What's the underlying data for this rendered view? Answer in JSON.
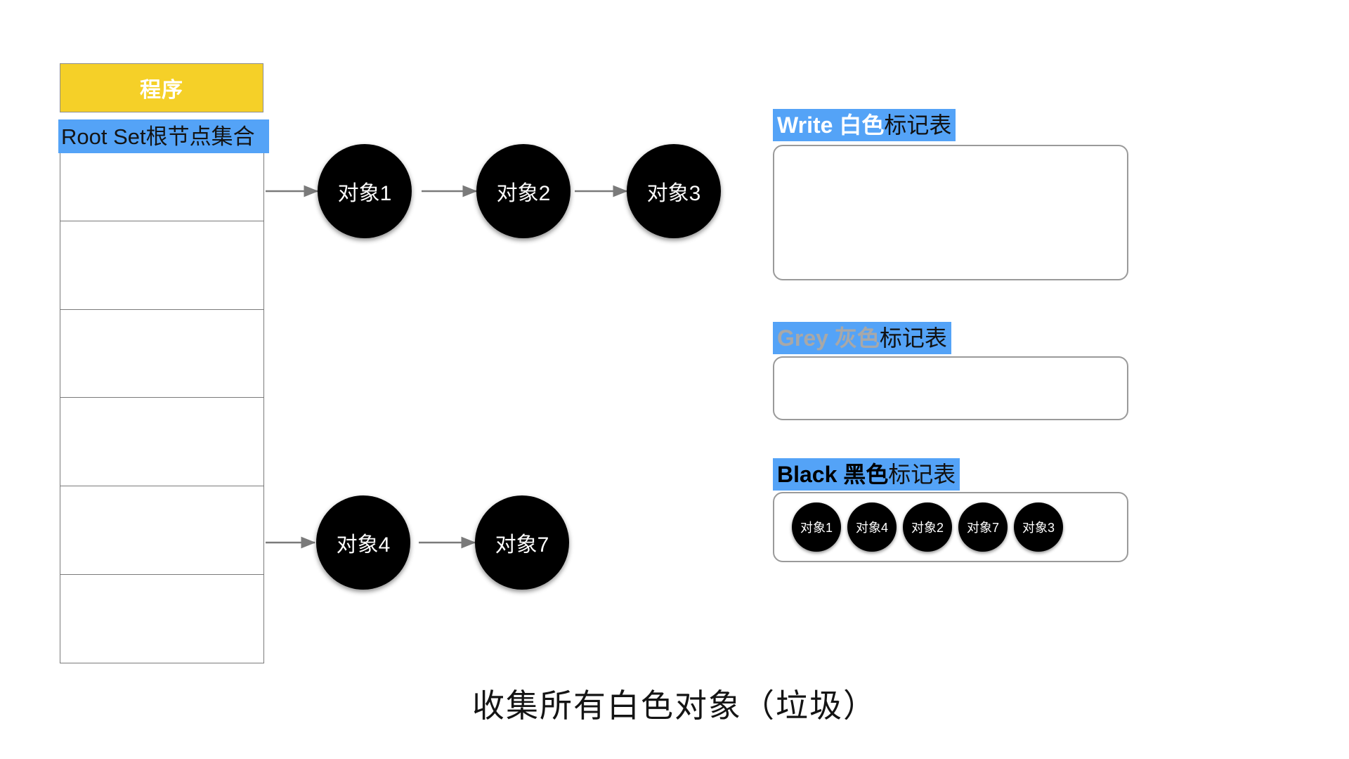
{
  "program": {
    "header_label": "程序",
    "header_color": "#F5D028",
    "rootset_label": "Root Set根节点集合",
    "rootset_color": "#54A3F7",
    "rows": [
      "",
      "",
      "",
      "",
      "",
      ""
    ]
  },
  "graph": {
    "top_chain": [
      {
        "label": "对象1"
      },
      {
        "label": "对象2"
      },
      {
        "label": "对象3"
      }
    ],
    "bottom_chain": [
      {
        "label": "对象4"
      },
      {
        "label": "对象7"
      }
    ],
    "node_color": "#000000",
    "node_text_color": "#ffffff",
    "arrow_color": "#7a7a7a"
  },
  "mark_tables": [
    {
      "id": "white",
      "keyword": "Write",
      "keyword_color": "#ffffff",
      "color_word": "白色",
      "tail": "标记表",
      "items": []
    },
    {
      "id": "grey",
      "keyword": "Grey",
      "keyword_color": "#a8a8a8",
      "color_word": "灰色",
      "tail": "标记表",
      "items": []
    },
    {
      "id": "black",
      "keyword": "Black",
      "keyword_color": "#000000",
      "color_word": "黑色",
      "tail": "标记表",
      "items": [
        "对象1",
        "对象4",
        "对象2",
        "对象7",
        "对象3"
      ]
    }
  ],
  "caption": "收集所有白色对象（垃圾）"
}
